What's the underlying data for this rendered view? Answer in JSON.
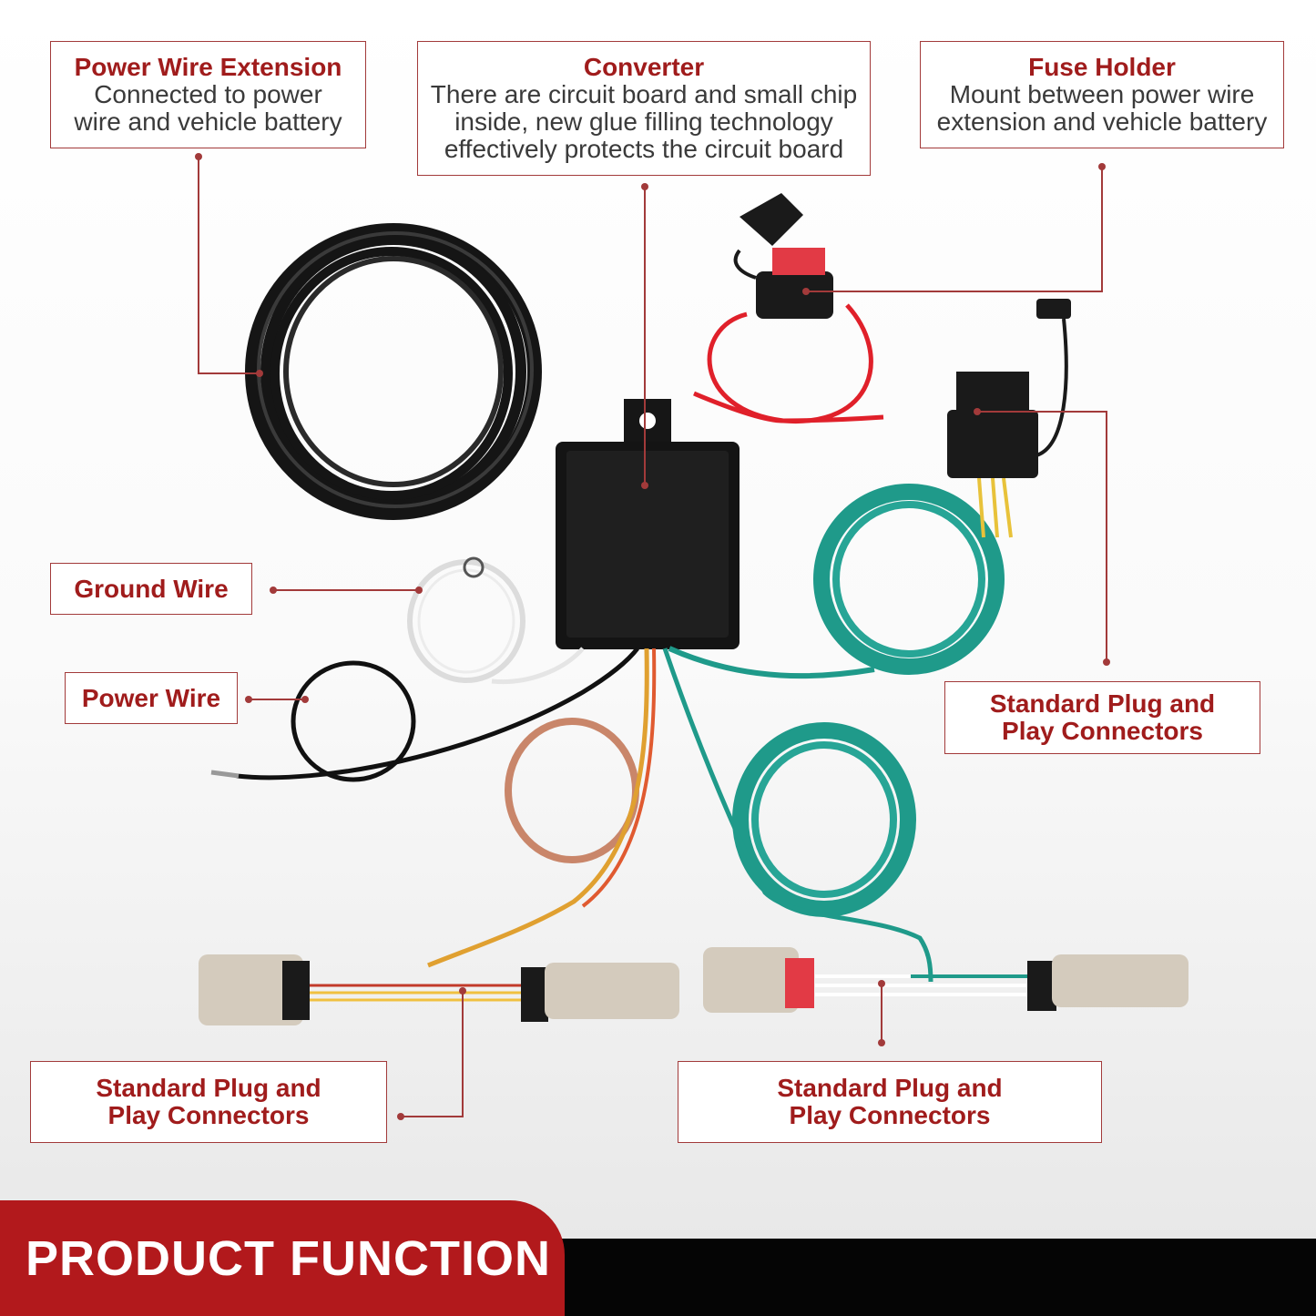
{
  "labels": {
    "power_wire_extension": {
      "title": "Power Wire Extension",
      "lines": [
        "Connected to power",
        "wire and vehicle battery"
      ]
    },
    "converter": {
      "title": "Converter",
      "lines": [
        "There are circuit board and small chip",
        "inside, new glue filling technology",
        "effectively protects the circuit board"
      ]
    },
    "fuse_holder": {
      "title": "Fuse Holder",
      "lines": [
        "Mount between power wire",
        "extension and vehicle battery"
      ]
    },
    "ground_wire": {
      "title": "Ground Wire"
    },
    "power_wire": {
      "title": "Power Wire"
    },
    "connector_right": {
      "lines": [
        "Standard Plug and",
        "Play Connectors"
      ]
    },
    "connector_bottom_left": {
      "lines": [
        "Standard Plug and",
        "Play Connectors"
      ]
    },
    "connector_bottom_right": {
      "lines": [
        "Standard Plug and",
        "Play Connectors"
      ]
    }
  },
  "banner": {
    "text": "PRODUCT FUNCTION"
  },
  "colors": {
    "accent": "#a01c1c",
    "banner_red": "#b2191c",
    "banner_black": "#050505",
    "wire_green": "#1f9a8a"
  }
}
